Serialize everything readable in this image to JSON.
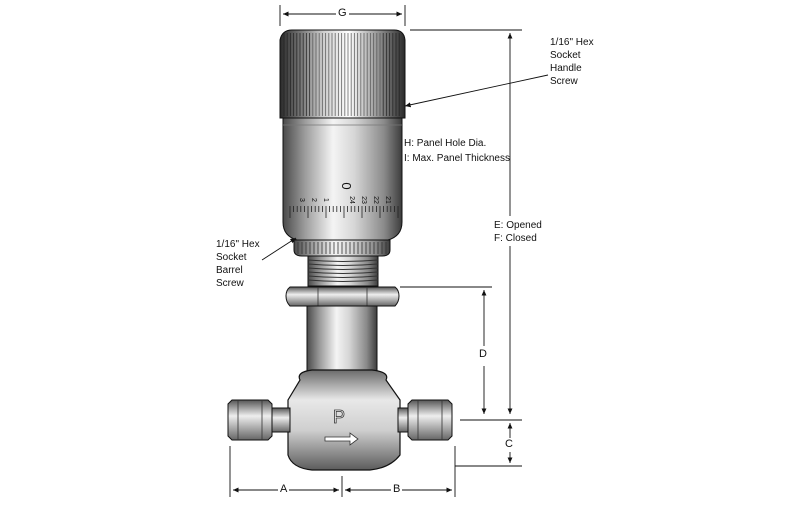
{
  "dimensions": {
    "g": "G",
    "a": "A",
    "b": "B",
    "c": "C",
    "d": "D"
  },
  "callouts": {
    "handle_screw": [
      "1/16\" Hex",
      "Socket",
      "Handle",
      "Screw"
    ],
    "barrel_screw": [
      "1/16\" Hex",
      "Socket",
      "Barrel",
      "Screw"
    ],
    "panel": [
      "H: Panel Hole Dia.",
      "I: Max. Panel Thickness"
    ],
    "stroke": [
      "E: Opened",
      "F: Closed"
    ]
  },
  "dial": {
    "big_mark": "0",
    "numbers": [
      "3",
      "2",
      "1",
      "24",
      "23",
      "22",
      "21"
    ]
  },
  "body_logo": "P",
  "colors": {
    "metal_light": "#f2f2f2",
    "metal_mid": "#bdbdbd",
    "metal_dark": "#5a5a5a",
    "knurl_dark": "#2e2e2e",
    "line": "#111111"
  }
}
